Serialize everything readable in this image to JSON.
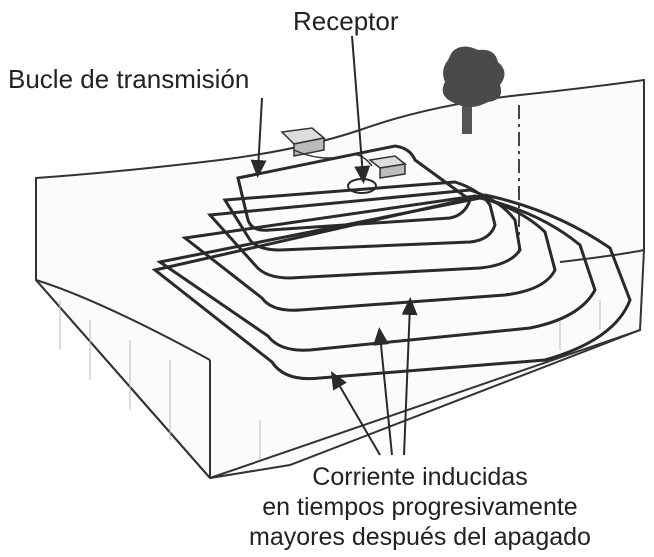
{
  "labels": {
    "receptor": "Receptor",
    "bucle": "Bucle de transmisión",
    "caption_lines": [
      "Corriente inducidas",
      "en tiempos progresivamente",
      "mayores después del apagado"
    ]
  },
  "colors": {
    "line": "#333333",
    "loop": "#2a2a2a",
    "tree": "#444444",
    "background": "#ffffff"
  }
}
